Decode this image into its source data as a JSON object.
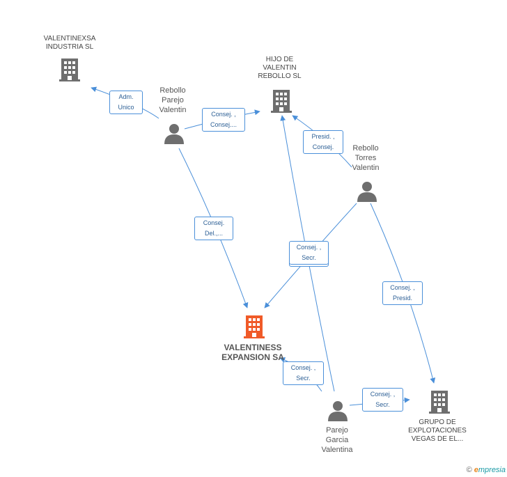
{
  "nodes": {
    "valentinexsa": {
      "lines": [
        "VALENTINEXSA",
        "INDUSTRIA  SL"
      ]
    },
    "hijo": {
      "lines": [
        "HIJO DE",
        "VALENTIN",
        "REBOLLO SL"
      ]
    },
    "rebollo_parejo": {
      "lines": [
        "Rebollo",
        "Parejo",
        "Valentin"
      ]
    },
    "rebollo_torres": {
      "lines": [
        "Rebollo",
        "Torres",
        "Valentin"
      ]
    },
    "main": {
      "lines": [
        "VALENTINESS",
        "EXPANSION SA"
      ]
    },
    "parejo_garcia": {
      "lines": [
        "Parejo",
        "Garcia",
        "Valentina"
      ]
    },
    "grupo": {
      "lines": [
        "GRUPO DE",
        "EXPLOTACIONES",
        "VEGAS DE EL..."
      ]
    }
  },
  "edges": {
    "adm_unico": [
      "Adm.",
      "Unico"
    ],
    "consej_consej": [
      "Consej. ,",
      "Consej...."
    ],
    "presid_consej": [
      "Presid. ,",
      "Consej."
    ],
    "consej_del": [
      "Consej.",
      "Del.,..."
    ],
    "consej_secr_mid": [
      "Consej. ,",
      "Secr."
    ],
    "consej_presid": [
      "Consej. ,",
      "Presid."
    ],
    "consej_secr_main": [
      "Consej. ,",
      "Secr."
    ],
    "consej_secr_grupo": [
      "Consej. ,",
      "Secr."
    ]
  },
  "footer": {
    "copyright": "©",
    "brand_e": "e",
    "brand_rest": "mpresia"
  },
  "colors": {
    "edge": "#4a8fd9",
    "icon": "#6e6e6e",
    "main_icon": "#f05a28"
  }
}
